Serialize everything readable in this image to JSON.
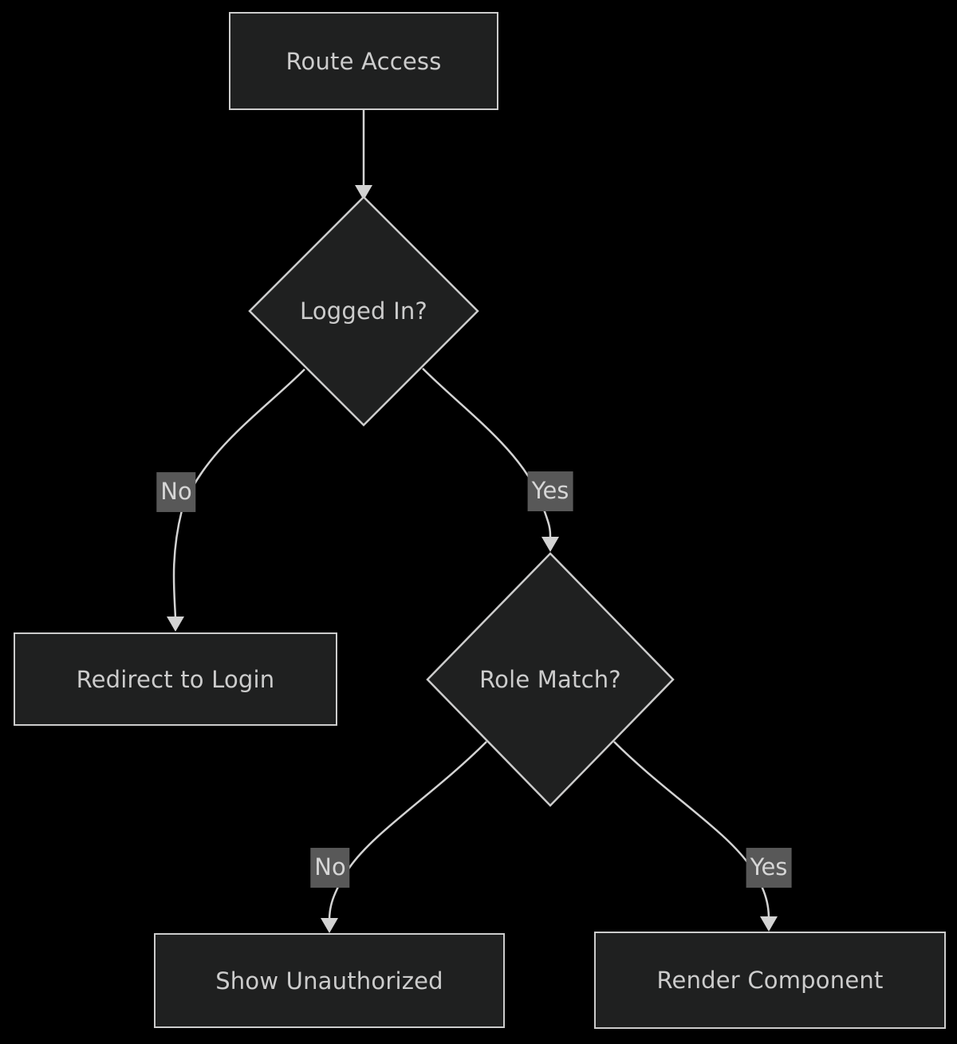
{
  "diagram": {
    "type": "flowchart",
    "direction": "top-down",
    "colors": {
      "background": "#000000",
      "node_fill": "#1f2020",
      "node_border": "#cccccc",
      "text_color": "#cccccc",
      "edge_color": "#d3d3d3",
      "edge_label_bg": "#585858",
      "edge_label_text": "#d6d6d6"
    },
    "nodes": [
      {
        "id": "route-access",
        "label": "Route Access",
        "shape": "rectangle"
      },
      {
        "id": "logged-in",
        "label": "Logged In?",
        "shape": "diamond"
      },
      {
        "id": "redirect-login",
        "label": "Redirect to Login",
        "shape": "rectangle"
      },
      {
        "id": "role-match",
        "label": "Role Match?",
        "shape": "diamond"
      },
      {
        "id": "show-unauthorized",
        "label": "Show Unauthorized",
        "shape": "rectangle"
      },
      {
        "id": "render-component",
        "label": "Render Component",
        "shape": "rectangle"
      }
    ],
    "edges": [
      {
        "from": "route-access",
        "to": "logged-in",
        "label": ""
      },
      {
        "from": "logged-in",
        "to": "redirect-login",
        "label": "No"
      },
      {
        "from": "logged-in",
        "to": "role-match",
        "label": "Yes"
      },
      {
        "from": "role-match",
        "to": "show-unauthorized",
        "label": "No"
      },
      {
        "from": "role-match",
        "to": "render-component",
        "label": "Yes"
      }
    ]
  }
}
